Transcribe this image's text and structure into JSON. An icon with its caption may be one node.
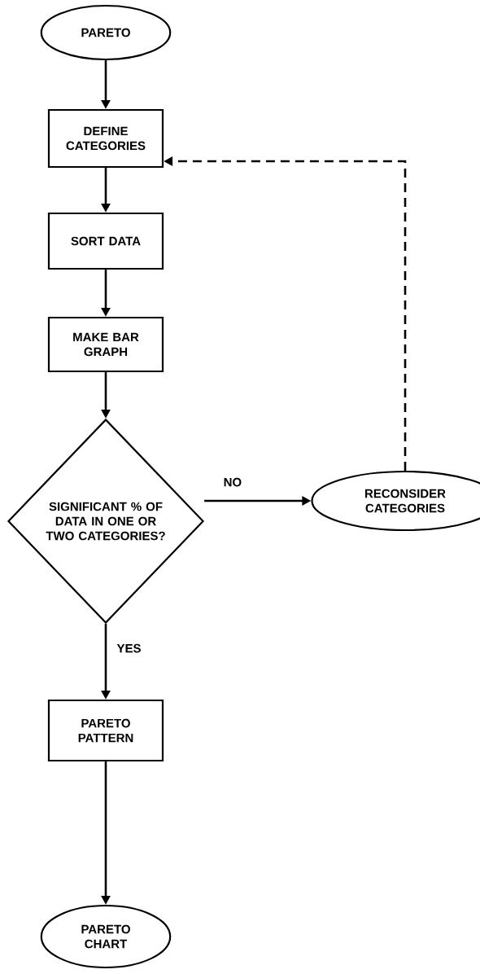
{
  "diagram": {
    "nodes": [
      {
        "text": [
          "PARETO"
        ]
      },
      {
        "text": [
          "DEFINE CATEGORIES"
        ]
      },
      {
        "text": [
          "SORT DATA"
        ]
      },
      {
        "text": [
          "MAKE BAR GRAPH"
        ]
      },
      {
        "text": [
          "SIGNIFICANT % OF DATA IN ONE OR TWO CATEGORIES?"
        ]
      },
      {
        "text": [
          "RECONSIDER CATEGORIES"
        ]
      },
      {
        "text": [
          "PARETO PATTERN"
        ]
      },
      {
        "text": [
          "PARETO CHART"
        ]
      }
    ],
    "edges": [
      {
        "from": 0,
        "to": 1,
        "arrow": "to"
      },
      {
        "from": 1,
        "to": 2,
        "arrow": "to"
      },
      {
        "from": 2,
        "to": 3,
        "arrow": "to"
      },
      {
        "from": 3,
        "to": 4,
        "arrow": "to"
      },
      {
        "from": 4,
        "to": 5,
        "arrow": "to",
        "label": "NO"
      },
      {
        "from": 5,
        "to": 1,
        "arrow": "to",
        "style": "dashed"
      },
      {
        "from": 4,
        "to": 6,
        "arrow": "to",
        "label": "YES"
      },
      {
        "from": 6,
        "to": 7,
        "arrow": "to"
      }
    ]
  }
}
